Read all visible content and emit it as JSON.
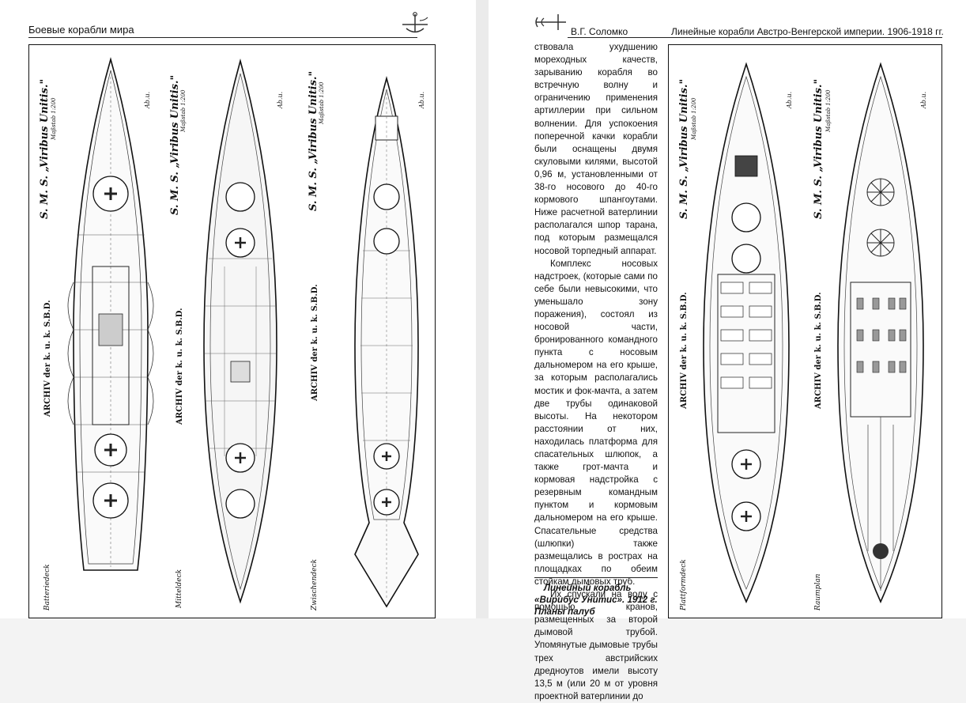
{
  "left_page": {
    "header": "Боевые корабли мира",
    "plans": [
      {
        "title": "S. M. S. „Viribus Unitis.\"",
        "archiv": "ARCHIV der k. u. k. S.B.D.",
        "deck": "Batteriedeck",
        "scale": "Maßstab 1:200",
        "signature": "Ab.u."
      },
      {
        "title": "S. M. S. „Viribus Unitis.\"",
        "archiv": "ARCHIV der k. u. k. S.B.D.",
        "deck": "Mitteldeck",
        "scale": "Maßstab 1:200",
        "signature": "Ab.u."
      },
      {
        "title": "S. M. S. „Viribus Unitis.\"",
        "archiv": "ARCHIV der k. u. k. S.B.D.",
        "deck": "Zwischendeck",
        "scale": "Maßstab 1:200",
        "signature": "Ab.u."
      }
    ]
  },
  "right_page": {
    "author": "В.Г. Соломко",
    "book_title": "Линейные корабли Австро-Венгерской империи. 1906-1918 гг.",
    "paragraphs": [
      "ствовала ухудшению мореходных качеств, зарыванию корабля во встречную волну и ограничению применения артиллерии при сильном волнении. Для успокоения поперечной качки корабли были оснащены двумя скуловыми килями, высотой 0,96 м, установленными от 38-го носового до 40-го кормового шпангоутами. Ниже расчетной ватерлинии располагался шпор тарана, под которым размещался носовой торпедный аппарат.",
      "Комплекс носовых надстроек, (которые сами по себе были невысокими, что уменьшало зону поражения), состоял из носовой части, бронированного командного пункта с носовым дальномером на его крыше, за которым располагались мостик и фок-мачта, а затем две трубы одинаковой высоты. На некотором расстоянии от них, находилась платформа для спасательных шлюпок, а также грот-мачта и кормовая надстройка с резервным командным пунктом и кормовым дальномером на его крыше. Спасательные средства (шлюпки) также размещались в рострах на площадках по обеим стойкам дымовых труб.",
      "Их спускали на воду с помощью кранов, размещенных за второй дымовой трубой. Упомянутые дымовые трубы трех австрийских дредноутов имели высоту 13,5 м (или 20 м от уровня проектной ватерлинии до"
    ],
    "caption": "Линейный корабль «Вирибус Унитис». 1912 г. Планы палуб",
    "plans": [
      {
        "title": "S. M. S. „Viribus Unitis.\"",
        "archiv": "ARCHIV der k. u. k. S.B.D.",
        "deck": "Plattformdeck",
        "scale": "Maßstab 1:200",
        "signature": "Ab.u."
      },
      {
        "title": "S. M. S. „Viribus Unitis.\"",
        "archiv": "ARCHIV der k. u. k. S.B.D.",
        "deck": "Raumplan",
        "scale": "Maßstab 1:200",
        "signature": "Ab.u."
      }
    ]
  }
}
